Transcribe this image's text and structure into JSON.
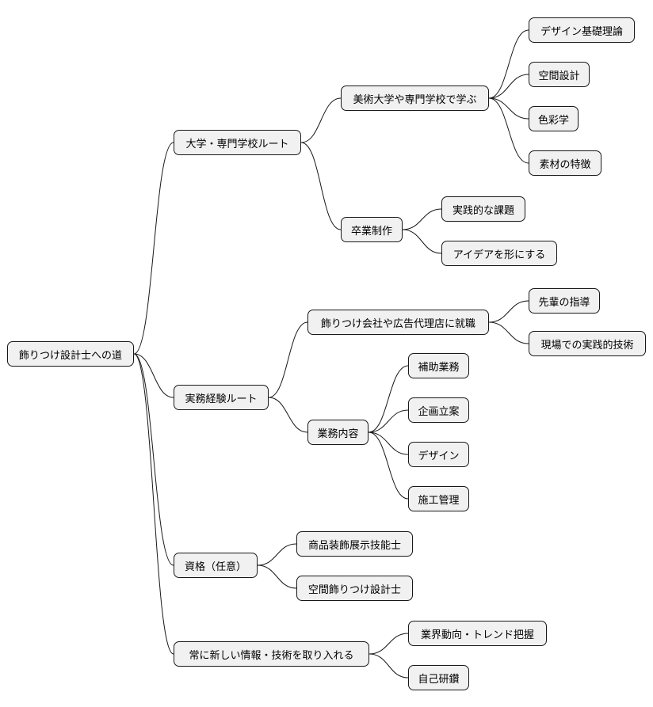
{
  "root": {
    "label": "飾りつけ設計士への道",
    "children": [
      {
        "label": "大学・専門学校ルート",
        "children": [
          {
            "label": "美術大学や専門学校で学ぶ",
            "children": [
              {
                "label": "デザイン基礎理論"
              },
              {
                "label": "空間設計"
              },
              {
                "label": "色彩学"
              },
              {
                "label": "素材の特徴"
              }
            ]
          },
          {
            "label": "卒業制作",
            "children": [
              {
                "label": "実践的な課題"
              },
              {
                "label": "アイデアを形にする"
              }
            ]
          }
        ]
      },
      {
        "label": "実務経験ルート",
        "children": [
          {
            "label": "飾りつけ会社や広告代理店に就職",
            "children": [
              {
                "label": "先輩の指導"
              },
              {
                "label": "現場での実践的技術"
              }
            ]
          },
          {
            "label": "業務内容",
            "children": [
              {
                "label": "補助業務"
              },
              {
                "label": "企画立案"
              },
              {
                "label": "デザイン"
              },
              {
                "label": "施工管理"
              }
            ]
          }
        ]
      },
      {
        "label": "資格（任意）",
        "children": [
          {
            "label": "商品装飾展示技能士"
          },
          {
            "label": "空間飾りつけ設計士"
          }
        ]
      },
      {
        "label": "常に新しい情報・技術を取り入れる",
        "children": [
          {
            "label": "業界動向・トレンド把握"
          },
          {
            "label": "自己研鑽"
          }
        ]
      }
    ]
  },
  "colors": {
    "node_fill": "#f1f1f1",
    "node_border": "#181818",
    "edge": "#181818",
    "background": "#ffffff"
  }
}
